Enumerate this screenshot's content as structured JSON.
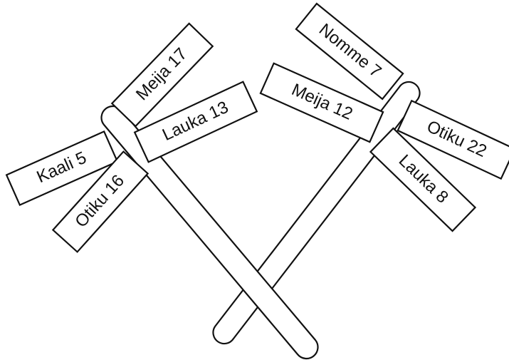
{
  "signposts": [
    {
      "name": "left-signpost",
      "signs": [
        {
          "id": "kaali",
          "label": "Kaali 5"
        },
        {
          "id": "otiku",
          "label": "Otiku 16"
        },
        {
          "id": "meija",
          "label": "Meija 17"
        },
        {
          "id": "lauka",
          "label": "Lauka 13"
        }
      ]
    },
    {
      "name": "right-signpost",
      "signs": [
        {
          "id": "nomme",
          "label": "Nomme 7"
        },
        {
          "id": "meija",
          "label": "Meija 12"
        },
        {
          "id": "otiku",
          "label": "Otiku 22"
        },
        {
          "id": "lauka",
          "label": "Lauka 8"
        }
      ]
    }
  ]
}
